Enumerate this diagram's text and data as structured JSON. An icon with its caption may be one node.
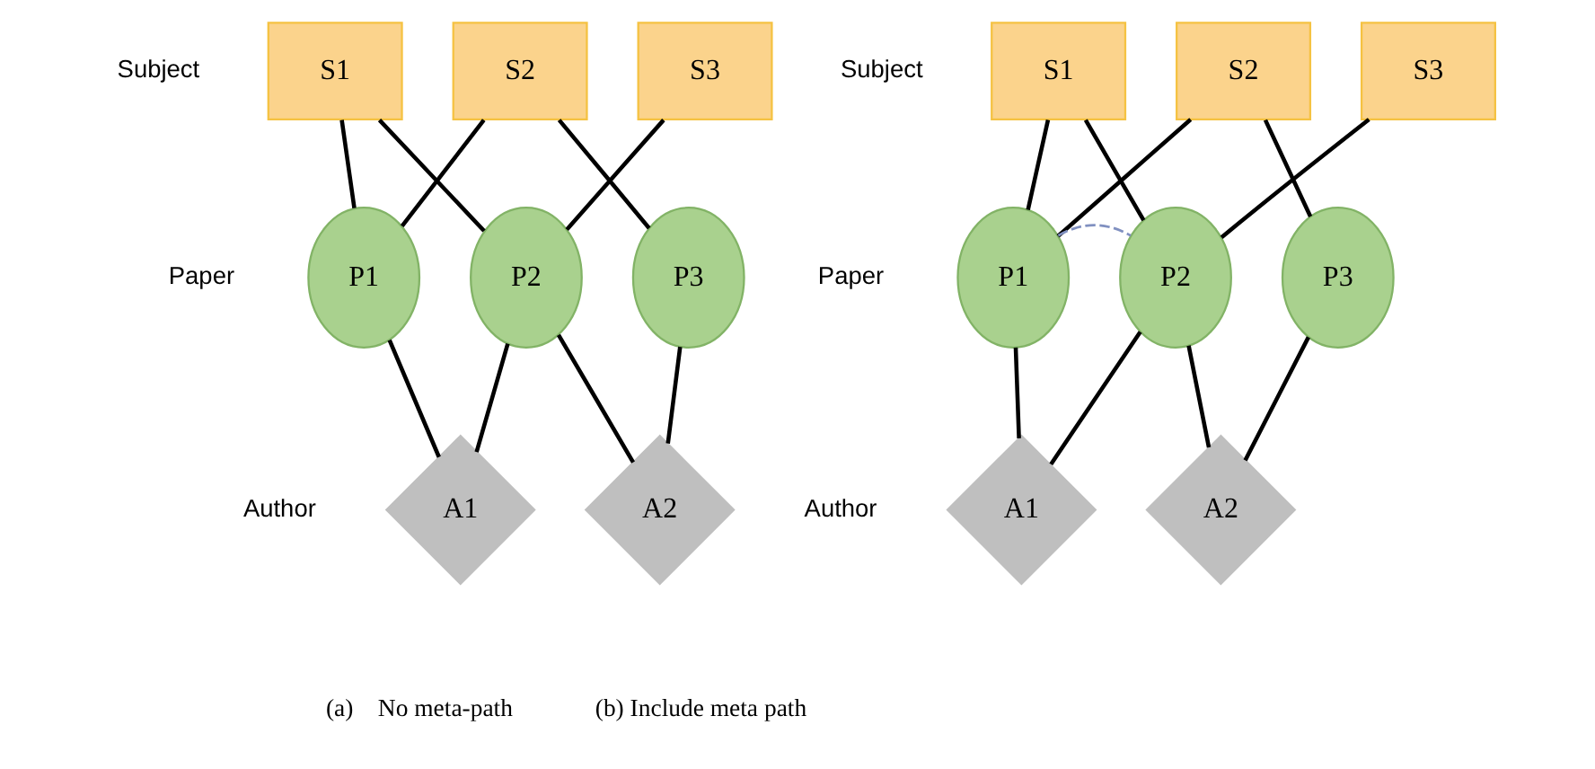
{
  "diagram": {
    "nodes": [
      {
        "text": [
          "S1"
        ]
      },
      {
        "text": [
          "S2"
        ]
      },
      {
        "text": [
          "S3"
        ]
      },
      {
        "text": [
          "P1"
        ]
      },
      {
        "text": [
          "P2"
        ]
      },
      {
        "text": [
          "P3"
        ]
      },
      {
        "text": [
          "A1"
        ]
      },
      {
        "text": [
          "A2"
        ]
      },
      {
        "text": [
          "S1"
        ]
      },
      {
        "text": [
          "S2"
        ]
      },
      {
        "text": [
          "S3"
        ]
      },
      {
        "text": [
          "P1"
        ]
      },
      {
        "text": [
          "P2"
        ]
      },
      {
        "text": [
          "P3"
        ]
      },
      {
        "text": [
          "A1"
        ]
      },
      {
        "text": [
          "A2"
        ]
      }
    ],
    "edges": [
      {
        "from": 0,
        "to": 3,
        "arrow": "none"
      },
      {
        "from": 0,
        "to": 4,
        "arrow": "none"
      },
      {
        "from": 1,
        "to": 3,
        "arrow": "none"
      },
      {
        "from": 1,
        "to": 5,
        "arrow": "none"
      },
      {
        "from": 2,
        "to": 4,
        "arrow": "none"
      },
      {
        "from": 3,
        "to": 6,
        "arrow": "none"
      },
      {
        "from": 4,
        "to": 6,
        "arrow": "none"
      },
      {
        "from": 4,
        "to": 7,
        "arrow": "none"
      },
      {
        "from": 5,
        "to": 7,
        "arrow": "none"
      },
      {
        "from": 8,
        "to": 11,
        "arrow": "none"
      },
      {
        "from": 8,
        "to": 12,
        "arrow": "none"
      },
      {
        "from": 9,
        "to": 11,
        "arrow": "none"
      },
      {
        "from": 9,
        "to": 13,
        "arrow": "none"
      },
      {
        "from": 10,
        "to": 12,
        "arrow": "none"
      },
      {
        "from": 11,
        "to": 14,
        "arrow": "none"
      },
      {
        "from": 12,
        "to": 14,
        "arrow": "none"
      },
      {
        "from": 12,
        "to": 15,
        "arrow": "none"
      },
      {
        "from": 13,
        "to": 15,
        "arrow": "none"
      },
      {
        "from": 11,
        "to": 12,
        "arrow": "none",
        "style": "dashed",
        "color": "#8090c0"
      }
    ],
    "labels": [
      "Subject",
      "Paper",
      "Author",
      "(a)    No meta-path",
      "Subject",
      "Paper",
      "Author",
      "(b) Include meta path"
    ]
  }
}
